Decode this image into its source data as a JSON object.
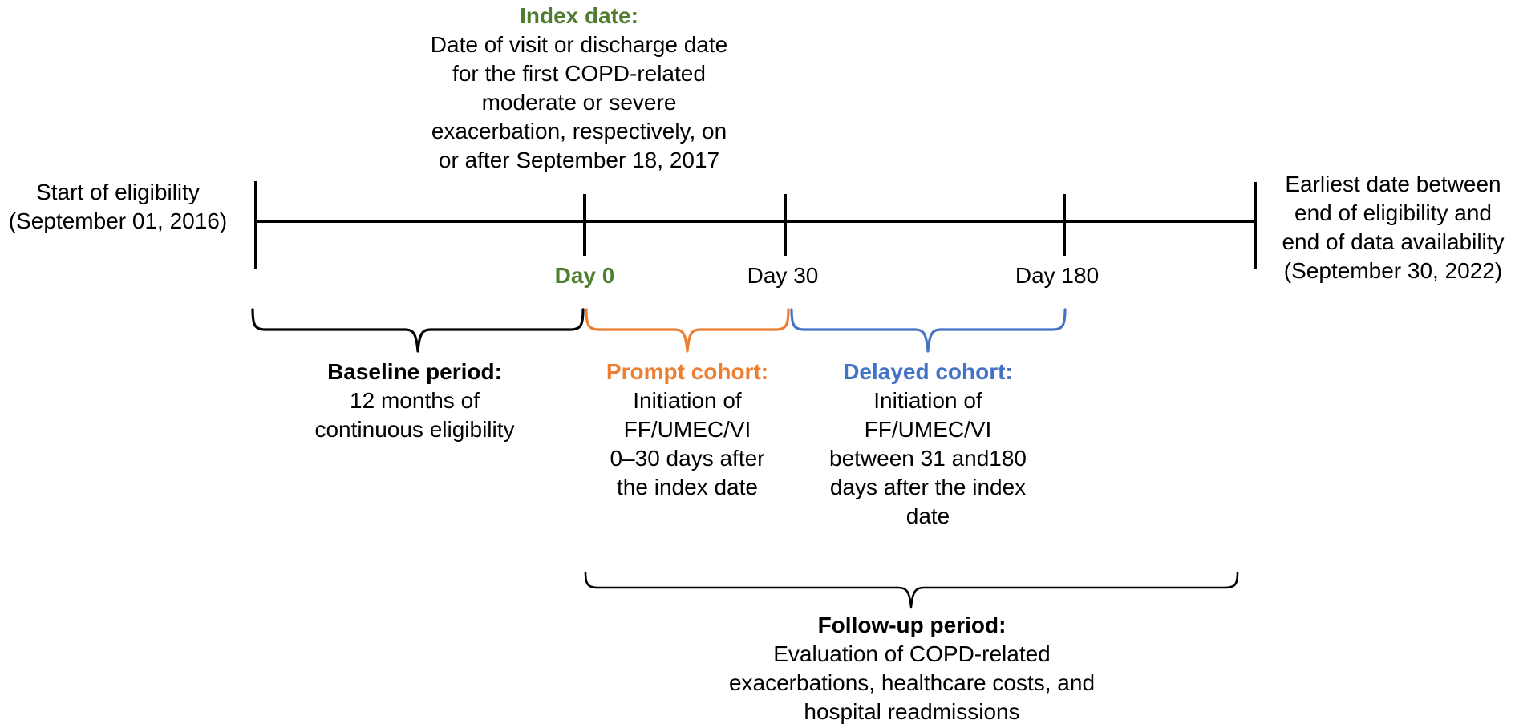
{
  "colors": {
    "green": "#507E31",
    "orange": "#ED7D31",
    "blue": "#4472C4",
    "black": "#000000"
  },
  "index_annotation": {
    "title": "Index date:",
    "lines": [
      "Date of visit or discharge date",
      "for the first COPD-related",
      "moderate or severe",
      "exacerbation, respectively, on",
      "or after September 18, 2017"
    ]
  },
  "left_label": {
    "lines": [
      "Start of eligibility",
      "(September 01, 2016)"
    ]
  },
  "right_label": {
    "lines": [
      "Earliest date between",
      "end of eligibility and",
      "end of data availability",
      "(September 30, 2022)"
    ]
  },
  "timeline": {
    "day0": "Day 0",
    "day30": "Day 30",
    "day180": "Day 180"
  },
  "baseline_period": {
    "title": "Baseline period:",
    "lines": [
      "12 months of",
      "continuous eligibility"
    ]
  },
  "prompt_cohort": {
    "title": "Prompt cohort:",
    "lines": [
      "Initiation of",
      "FF/UMEC/VI",
      "0–30 days after",
      "the index date"
    ]
  },
  "delayed_cohort": {
    "title": "Delayed cohort:",
    "lines": [
      "Initiation of",
      "FF/UMEC/VI",
      "between 31 and180",
      "days after the index",
      "date"
    ]
  },
  "followup_period": {
    "title": "Follow-up period:",
    "lines": [
      "Evaluation of COPD-related",
      "exacerbations, healthcare costs, and",
      "hospital readmissions"
    ]
  }
}
